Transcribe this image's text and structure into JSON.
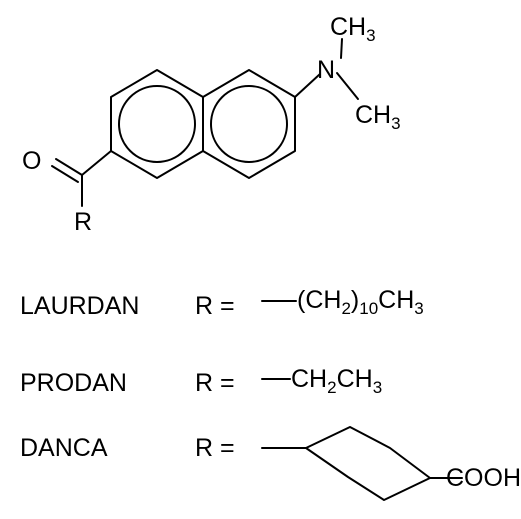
{
  "structure": {
    "methyl_top": {
      "main": "CH",
      "sub": "3"
    },
    "nitrogen": "N",
    "methyl_right": {
      "main": "CH",
      "sub": "3"
    },
    "carbonyl_oxygen": "O",
    "r_group": "R"
  },
  "compounds": [
    {
      "name": "LAURDAN",
      "equals": "R =",
      "formula": {
        "p1": "(CH",
        "s1": "2",
        "p2": ")",
        "s2": "10",
        "p3": "CH",
        "s3": "3"
      }
    },
    {
      "name": "PRODAN",
      "equals": "R =",
      "formula": {
        "p1": "CH",
        "s1": "2",
        "p2": "CH",
        "s2": "3"
      }
    },
    {
      "name": "DANCA",
      "equals": "R =",
      "substituent": "COOH"
    }
  ]
}
